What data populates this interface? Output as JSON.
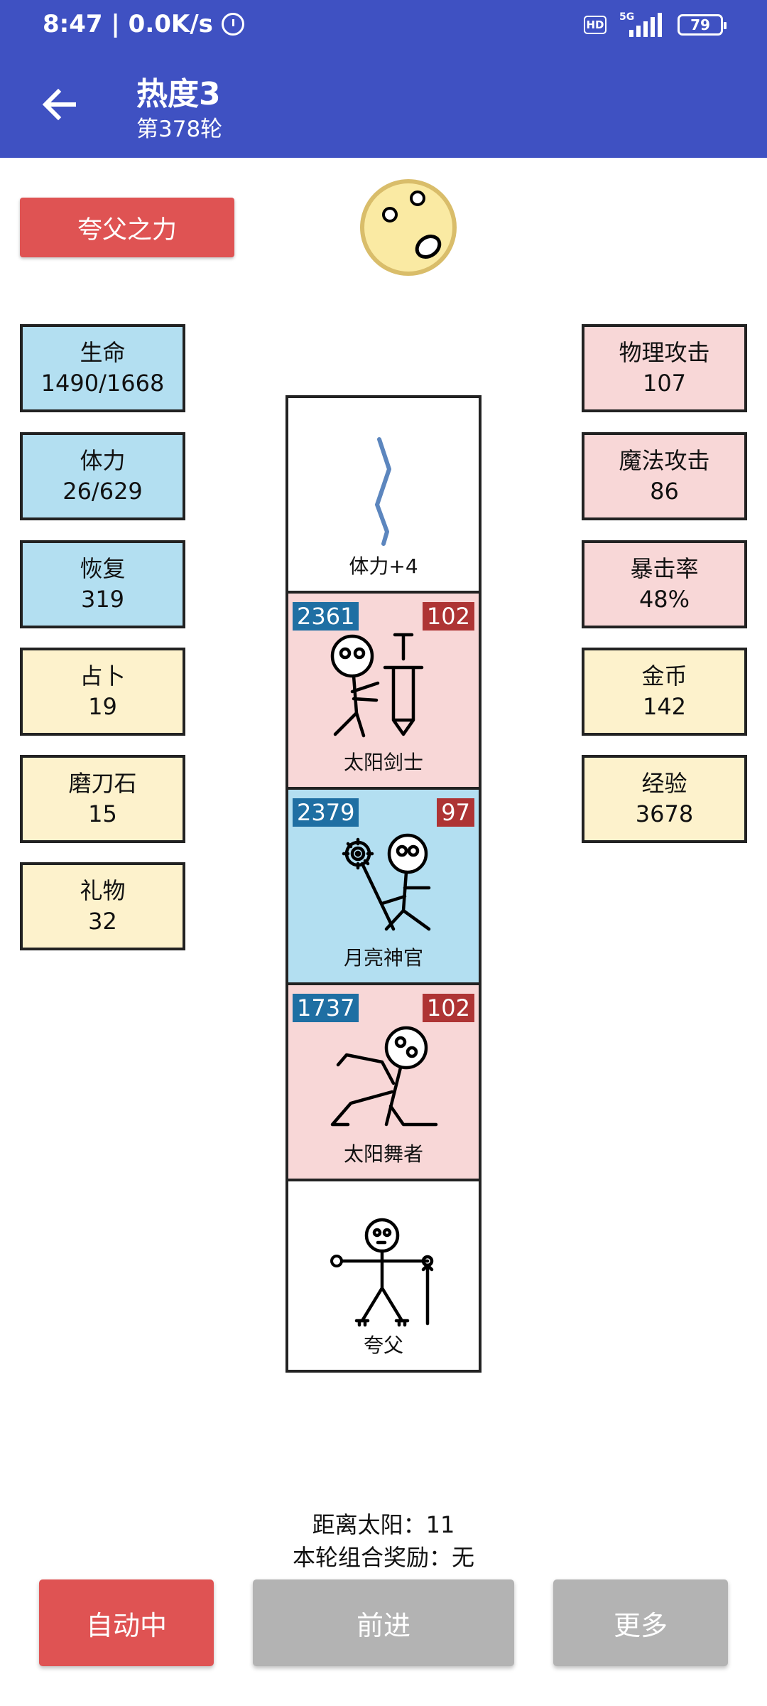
{
  "status_bar": {
    "time_text": "8:47 | 0.0K/s",
    "hd": "HD",
    "network": "5G",
    "battery": "79"
  },
  "app_bar": {
    "title": "热度3",
    "subtitle": "第378轮"
  },
  "skill": {
    "label": "夸父之力"
  },
  "left_stats": [
    {
      "label": "生命",
      "value": "1490/1668"
    },
    {
      "label": "体力",
      "value": "26/629"
    },
    {
      "label": "恢复",
      "value": "319"
    },
    {
      "label": "占卜",
      "value": "19"
    },
    {
      "label": "磨刀石",
      "value": "15"
    },
    {
      "label": "礼物",
      "value": "32"
    }
  ],
  "right_stats": [
    {
      "label": "物理攻击",
      "value": "107"
    },
    {
      "label": "魔法攻击",
      "value": "86"
    },
    {
      "label": "暴击率",
      "value": "48%"
    },
    {
      "label": "金币",
      "value": "142"
    },
    {
      "label": "经验",
      "value": "3678"
    }
  ],
  "cards": [
    {
      "name": "体力+4"
    },
    {
      "name": "太阳剑士",
      "hp": "2361",
      "atk": "102"
    },
    {
      "name": "月亮神官",
      "hp": "2379",
      "atk": "97"
    },
    {
      "name": "太阳舞者",
      "hp": "1737",
      "atk": "102"
    },
    {
      "name": "夸父"
    }
  ],
  "info": {
    "distance": "距离太阳：11",
    "combo_reward": "本轮组合奖励：无"
  },
  "buttons": {
    "auto": "自动中",
    "forward": "前进",
    "more": "更多"
  },
  "colors": {
    "app_bar": "#3f51c2",
    "accent_red": "#df5353",
    "stat_blue": "#b3dff1",
    "stat_pink": "#f8d7d7",
    "stat_yellow": "#fdf2cc",
    "hp_badge": "#1f6fa3",
    "atk_badge": "#ae3434",
    "disabled_gray": "#b3b3b3"
  }
}
